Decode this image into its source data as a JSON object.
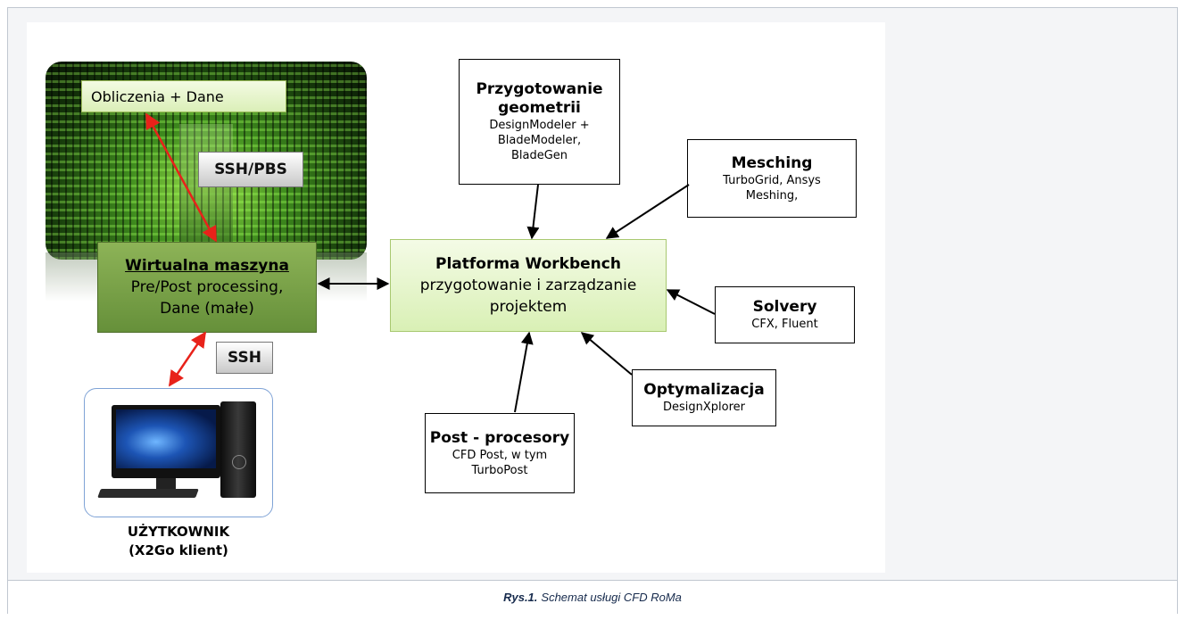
{
  "diagram": {
    "datacenter": {
      "calc_label": "Obliczenia + Dane"
    },
    "tags": {
      "ssh_pbs": "SSH/PBS",
      "ssh": "SSH"
    },
    "vm": {
      "title": "Wirtualna maszyna",
      "line1": "Pre/Post processing,",
      "line2": "Dane (małe)"
    },
    "user": {
      "line1": "UŻYTKOWNIK",
      "line2": "(X2Go klient)"
    },
    "workbench": {
      "title": "Platforma Workbench",
      "line1": "przygotowanie i zarządzanie",
      "line2": "projektem"
    },
    "geometry": {
      "title1": "Przygotowanie",
      "title2": "geometrii",
      "line1": "DesignModeler +",
      "line2": "BladeModeler,",
      "line3": "BladeGen"
    },
    "meshing": {
      "title": "Mesching",
      "line1": "TurboGrid, Ansys",
      "line2": "Meshing,"
    },
    "solvers": {
      "title": "Solvery",
      "line1": "CFX, Fluent"
    },
    "optimization": {
      "title": "Optymalizacja",
      "line1": "DesignXplorer"
    },
    "postproc": {
      "title": "Post - procesory",
      "line1": "CFD Post, w tym",
      "line2": "TurboPost"
    },
    "colors": {
      "red_arrow": "#e8221a",
      "black_arrow": "#000000",
      "vm_green": "#76a244",
      "workbench_green": "#e4f5c9"
    }
  },
  "caption": {
    "bold": "Rys.1.",
    "text": "Schemat usługi CFD RoMa"
  }
}
